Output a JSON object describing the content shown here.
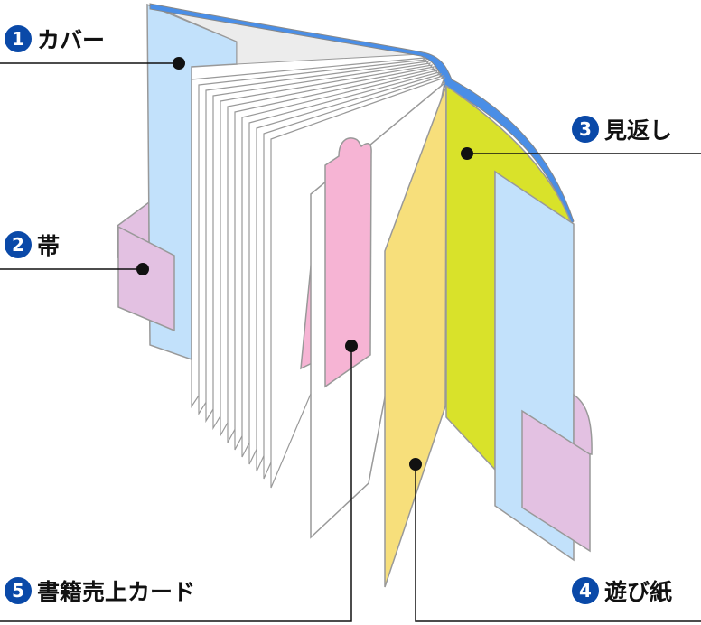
{
  "labels": [
    {
      "num": "1",
      "text": "カバー"
    },
    {
      "num": "2",
      "text": "帯"
    },
    {
      "num": "3",
      "text": "見返し"
    },
    {
      "num": "4",
      "text": "遊び紙"
    },
    {
      "num": "5",
      "text": "書籍売上カード"
    }
  ],
  "colors": {
    "cover": "#c2e1fb",
    "obi": "#e3c1e2",
    "spine": "#4a8ee6",
    "endpaper": "#d9e22a",
    "flyleaf": "#f7df7b",
    "sales_card": "#f6b4d4",
    "page": "#ffffff",
    "badge": "#0a49a8"
  }
}
